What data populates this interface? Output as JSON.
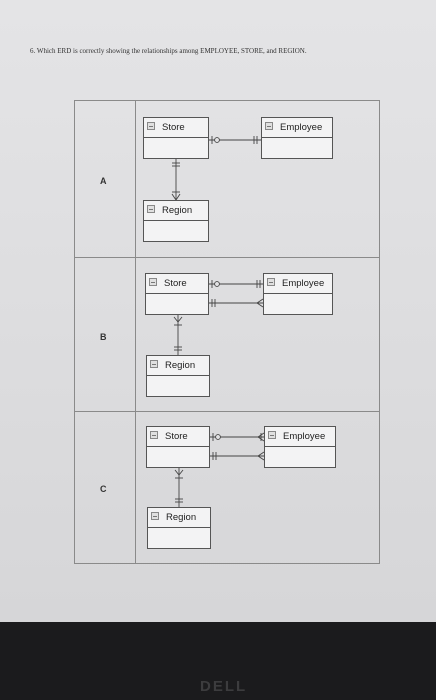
{
  "question": "6.  Which ERD is correctly showing the relationships among EMPLOYEE, STORE, and REGION.",
  "options": [
    {
      "label": "A",
      "store": "Store",
      "employee": "Employee",
      "region": "Region"
    },
    {
      "label": "B",
      "store": "Store",
      "employee": "Employee",
      "region": "Region"
    },
    {
      "label": "C",
      "store": "Store",
      "employee": "Employee",
      "region": "Region"
    }
  ],
  "monitor_logo": "DELL"
}
